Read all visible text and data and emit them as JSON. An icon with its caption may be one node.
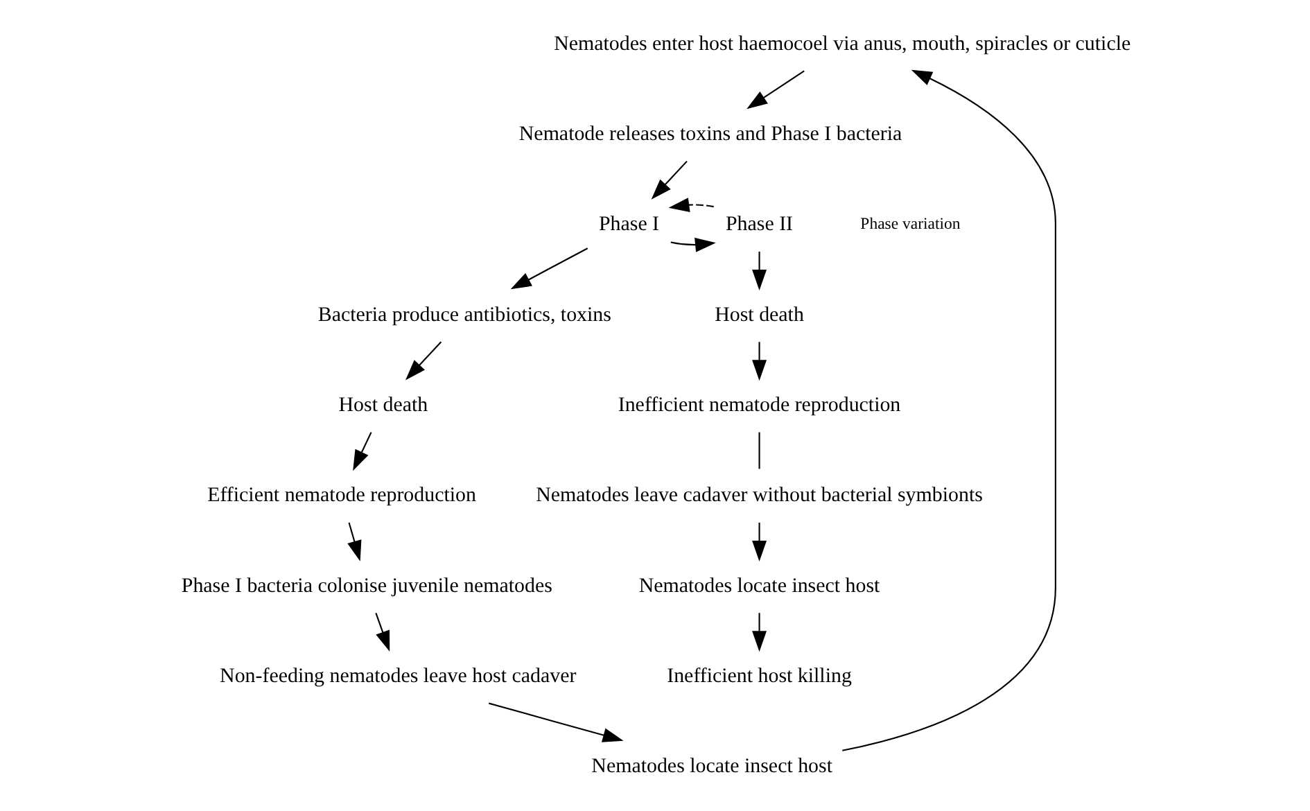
{
  "diagram": {
    "nodes": [
      {
        "text": [
          "Nematodes enter host haemocoel via anus, mouth, spiracles or cuticle"
        ]
      },
      {
        "text": [
          "Nematode releases toxins and Phase I bacteria"
        ]
      },
      {
        "text": [
          "Phase I"
        ]
      },
      {
        "text": [
          "Phase II"
        ]
      },
      {
        "text": [
          "Bacteria produce antibiotics, toxins"
        ]
      },
      {
        "text": [
          "Host death"
        ]
      },
      {
        "text": [
          "Efficient nematode reproduction"
        ]
      },
      {
        "text": [
          "Phase I bacteria colonise juvenile nematodes"
        ]
      },
      {
        "text": [
          "Non-feeding nematodes leave host cadaver"
        ]
      },
      {
        "text": [
          "Nematodes locate insect host"
        ]
      },
      {
        "text": [
          "Host death"
        ]
      },
      {
        "text": [
          "Inefficient nematode reproduction"
        ]
      },
      {
        "text": [
          "Nematodes leave cadaver without bacterial symbionts"
        ]
      },
      {
        "text": [
          "Nematodes locate insect host"
        ]
      },
      {
        "text": [
          "Inefficient host killing"
        ]
      }
    ],
    "edges": [
      {
        "from": 9,
        "to": 0,
        "arrow": "to"
      },
      {
        "from": 0,
        "to": 1,
        "arrow": "to"
      },
      {
        "from": 1,
        "to": 2,
        "arrow": "to"
      },
      {
        "from": 2,
        "to": 3,
        "arrow": "to"
      },
      {
        "from": 3,
        "to": 2,
        "arrow": "to",
        "style": "dashed"
      },
      {
        "from": 2,
        "to": 4,
        "arrow": "to"
      },
      {
        "from": 4,
        "to": 5,
        "arrow": "to"
      },
      {
        "from": 5,
        "to": 6,
        "arrow": "to"
      },
      {
        "from": 6,
        "to": 7,
        "arrow": "to"
      },
      {
        "from": 7,
        "to": 8,
        "arrow": "to"
      },
      {
        "from": 8,
        "to": 9,
        "arrow": "to"
      },
      {
        "from": 3,
        "to": 10,
        "arrow": "to"
      },
      {
        "from": 10,
        "to": 11,
        "arrow": "to"
      },
      {
        "from": 11,
        "to": 12,
        "arrow": "none"
      },
      {
        "from": 12,
        "to": 13,
        "arrow": "to"
      },
      {
        "from": 13,
        "to": 14,
        "arrow": "to"
      }
    ],
    "labels": [
      "Phase variation"
    ]
  }
}
